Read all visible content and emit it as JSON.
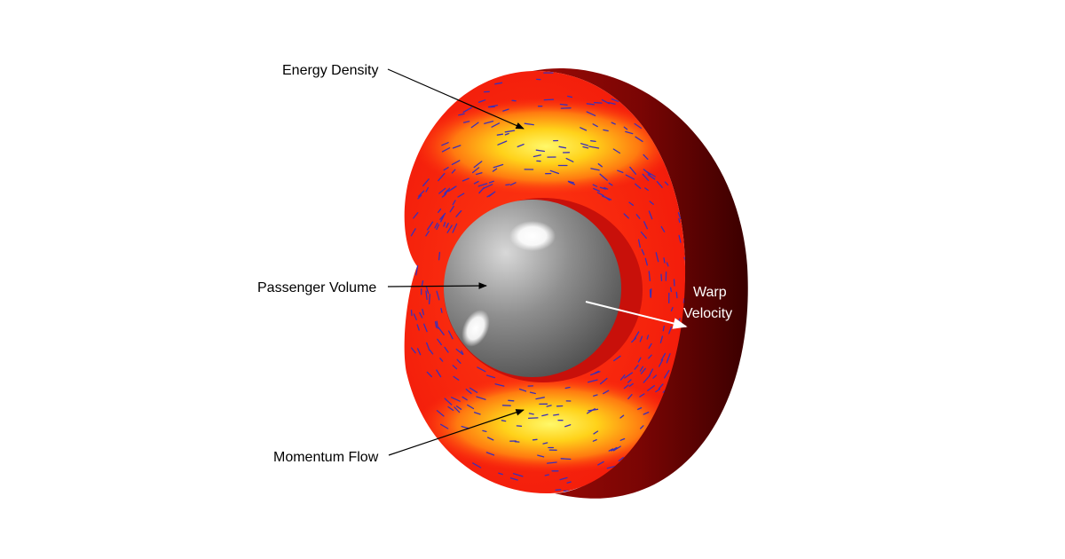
{
  "diagram": {
    "labels": {
      "energy_density": "Energy Density",
      "passenger_volume": "Passenger Volume",
      "momentum_flow": "Momentum Flow",
      "warp_line1": "Warp",
      "warp_line2": "Velocity"
    },
    "colors": {
      "background": "#ffffff",
      "shell_outer": "#ff2a10",
      "shell_back": "#5c0000",
      "energy_hot": "#fff23a",
      "energy_warm": "#ff9a10",
      "momentum_vectors": "#3a2fb8",
      "passenger_sphere": "#8a8a8a",
      "label_text": "#000000",
      "warp_text": "#ffffff"
    }
  }
}
